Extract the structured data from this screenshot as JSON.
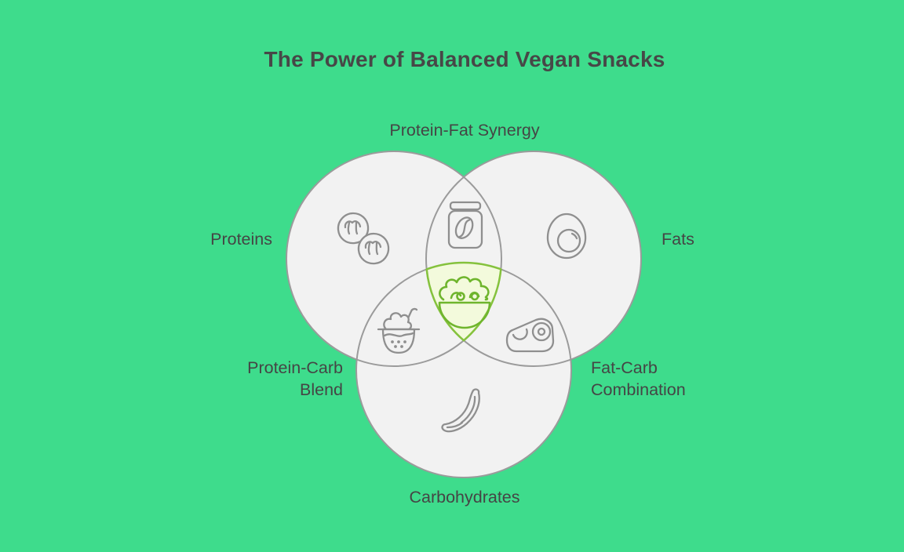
{
  "title": "The Power of Balanced Vegan Snacks",
  "venn": {
    "sets": {
      "proteins": {
        "label": "Proteins",
        "icon": "walnuts"
      },
      "fats": {
        "label": "Fats",
        "icon": "avocado"
      },
      "carbohydrates": {
        "label": "Carbohydrates",
        "icon": "banana"
      }
    },
    "overlaps": {
      "protein_fat": {
        "label": "Protein-Fat Synergy",
        "icon": "nut-butter-jar"
      },
      "protein_carb": {
        "line1": "Protein-Carb",
        "line2": "Blend",
        "icon": "smoothie"
      },
      "fat_carb": {
        "line1": "Fat-Carb",
        "line2": "Combination",
        "icon": "tape-dispenser"
      },
      "center": {
        "icon": "salad-bowl"
      }
    }
  },
  "colors": {
    "background": "#3EDC8C",
    "circle_fill": "#F2F2F2",
    "circle_stroke": "#9B9B9B",
    "center_fill": "#F3FADC",
    "center_stroke": "#85C23D",
    "icon_stroke": "#8F8F8F",
    "salad_stroke": "#6FB52D",
    "text": "#454545",
    "title_text": "#474747"
  }
}
